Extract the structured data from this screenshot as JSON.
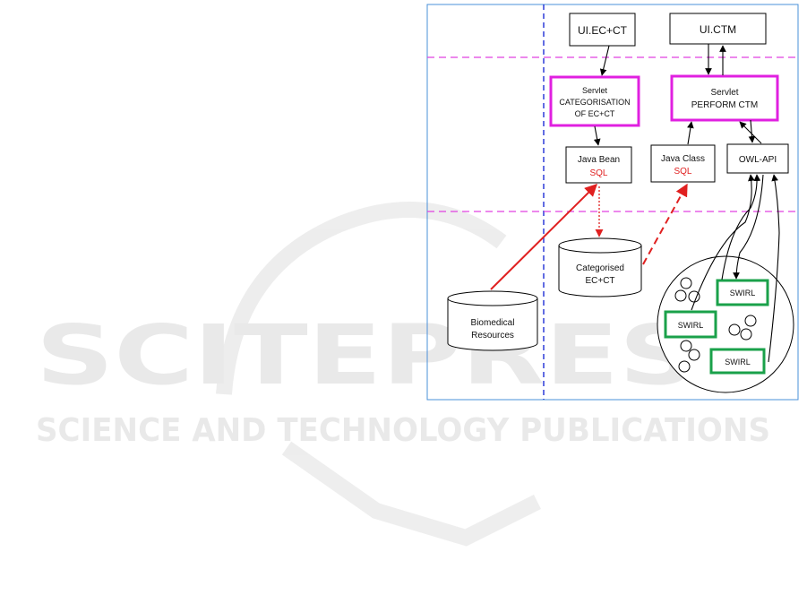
{
  "watermark": {
    "title": "SCITEPRESS",
    "subtitle": "SCIENCE AND TECHNOLOGY PUBLICATIONS"
  },
  "colors": {
    "frame": "#4a90d9",
    "separator_vertical": "#1f2fd6",
    "separator_horizontal": "#e040e0",
    "servlet_border": "#e020e0",
    "swirl_border": "#1aa14a",
    "red": "#e02020"
  },
  "diagram": {
    "ui_ec_ct": "UI.EC+CT",
    "ui_ctm": "UI.CTM",
    "servlet_cat": {
      "line1": "Servlet",
      "line2": "CATEGORISATION",
      "line3": "OF EC+CT"
    },
    "servlet_ctm": {
      "line1": "Servlet",
      "line2": "PERFORM CTM"
    },
    "java_bean": {
      "line1": "Java Bean",
      "line2": "SQL"
    },
    "java_class": {
      "line1": "Java Class",
      "line2": "SQL"
    },
    "owl_api": "OWL-API",
    "categorised": {
      "line1": "Categorised",
      "line2": "EC+CT"
    },
    "biomedical": {
      "line1": "Biomedical",
      "line2": "Resources"
    },
    "swirl_labels": [
      "SWIRL",
      "SWIRL",
      "SWIRL"
    ]
  }
}
